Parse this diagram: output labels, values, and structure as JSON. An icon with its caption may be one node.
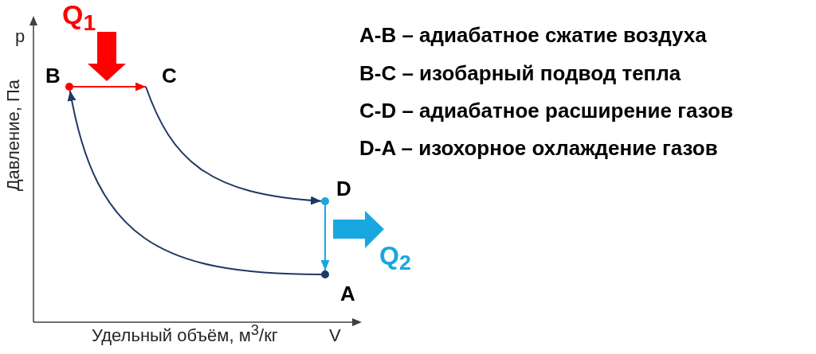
{
  "diagram": {
    "nodes": [
      {
        "text": [
          "B"
        ]
      },
      {
        "text": [
          "C"
        ]
      },
      {
        "text": [
          "D"
        ]
      },
      {
        "text": [
          "A"
        ]
      }
    ],
    "edges": [
      {
        "from": 3,
        "to": 0,
        "arrow": "to"
      },
      {
        "from": 0,
        "to": 1,
        "arrow": "to",
        "color": "#ff0000"
      },
      {
        "from": 1,
        "to": 2,
        "arrow": "to"
      },
      {
        "from": 2,
        "to": 3,
        "arrow": "to",
        "color": "#19a7e0"
      }
    ],
    "labels": [
      "Q$_{1}$",
      "p",
      "A-B – адиабатное сжатие воздуха",
      "B-C – изобарный подвод тепла",
      "C-D – адиабатное расширение газов",
      "D-A – изохорное охлаждение газов",
      "Давление, Па",
      "Q$_{2}$",
      "Удельный объём, м$^{3}$/кг",
      "V"
    ]
  }
}
